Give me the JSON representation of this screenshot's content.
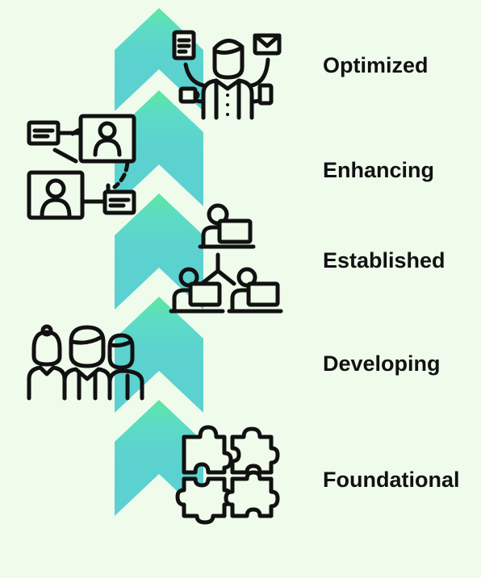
{
  "diagram": {
    "levels": [
      {
        "label": "Foundational",
        "color": "#5cd6cc",
        "icon": "puzzle-pieces-icon"
      },
      {
        "label": "Developing",
        "color": "#5cd6cc",
        "icon": "team-people-icon"
      },
      {
        "label": "Established",
        "color": "#5cd6cc",
        "icon": "network-laptop-users-icon"
      },
      {
        "label": "Enhancing",
        "color": "#5cdccb",
        "icon": "connected-profiles-icon"
      },
      {
        "label": "Optimized",
        "color": "#5ce3a8",
        "icon": "multitasking-person-icon"
      }
    ],
    "colors": {
      "background": "#effcec",
      "arrow_bottom": "#5cd0d2",
      "arrow_top": "#5de4a6",
      "text": "#111111"
    }
  }
}
